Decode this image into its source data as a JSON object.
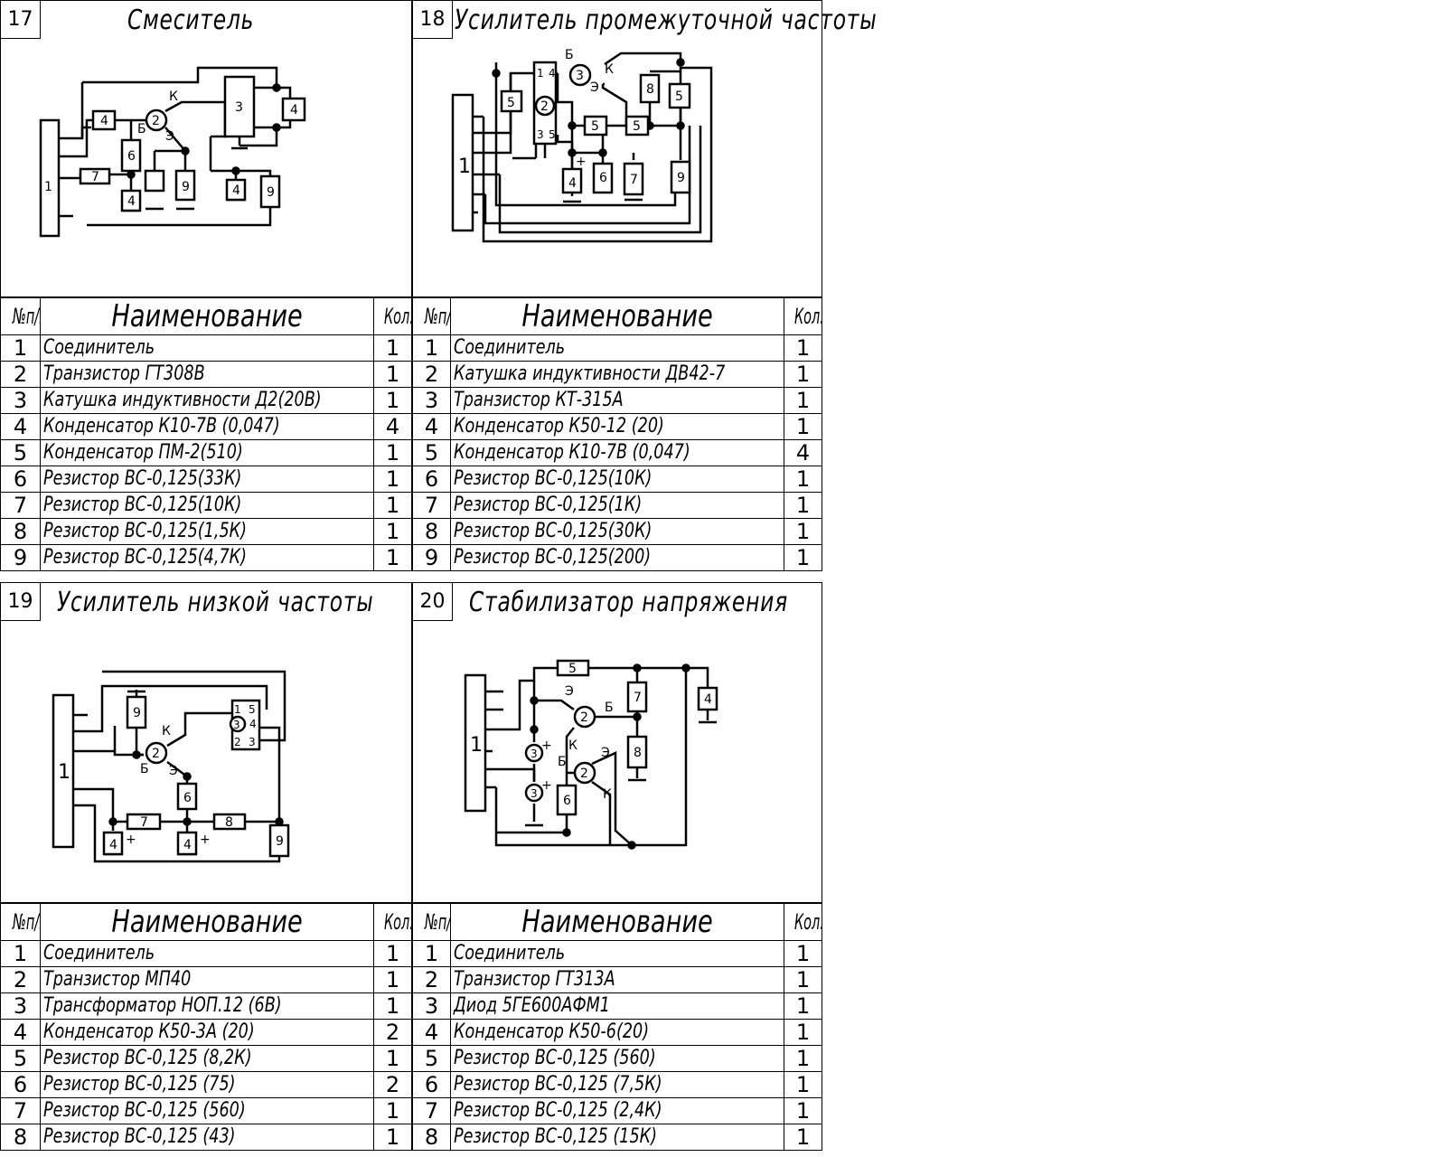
{
  "panels": [
    {
      "num": "17",
      "title": "Смеситель"
    },
    {
      "num": "18",
      "title": "Усилитель промежуточной частоты"
    },
    {
      "num": "19",
      "title": "Усилитель низкой частоты"
    },
    {
      "num": "20",
      "title": "Стабилизатор напряжения"
    }
  ],
  "table_headers": {
    "num": "№п/п",
    "name": "Наименование",
    "qty": "Кол."
  },
  "tables": [
    {
      "rows": [
        {
          "n": "1",
          "name": "Соединитель",
          "q": "1"
        },
        {
          "n": "2",
          "name": "Транзистор ГТ308В",
          "q": "1"
        },
        {
          "n": "3",
          "name": "Катушка индуктивности Д2(20В)",
          "q": "1"
        },
        {
          "n": "4",
          "name": "Конденсатор К10-7В (0,047)",
          "q": "4"
        },
        {
          "n": "5",
          "name": "Конденсатор ПМ-2(510)",
          "q": "1"
        },
        {
          "n": "6",
          "name": "Резистор ВС-0,125(33К)",
          "q": "1"
        },
        {
          "n": "7",
          "name": "Резистор ВС-0,125(10К)",
          "q": "1"
        },
        {
          "n": "8",
          "name": "Резистор ВС-0,125(1,5К)",
          "q": "1"
        },
        {
          "n": "9",
          "name": "Резистор ВС-0,125(4,7К)",
          "q": "1"
        }
      ]
    },
    {
      "rows": [
        {
          "n": "1",
          "name": "Соединитель",
          "q": "1"
        },
        {
          "n": "2",
          "name": "Катушка индуктивности ДВ42-7",
          "q": "1"
        },
        {
          "n": "3",
          "name": "Транзистор КТ-315А",
          "q": "1"
        },
        {
          "n": "4",
          "name": "Конденсатор К50-12 (20)",
          "q": "1"
        },
        {
          "n": "5",
          "name": "Конденсатор К10-7В (0,047)",
          "q": "4"
        },
        {
          "n": "6",
          "name": "Резистор ВС-0,125(10К)",
          "q": "1"
        },
        {
          "n": "7",
          "name": "Резистор ВС-0,125(1К)",
          "q": "1"
        },
        {
          "n": "8",
          "name": "Резистор ВС-0,125(30К)",
          "q": "1"
        },
        {
          "n": "9",
          "name": "Резистор ВС-0,125(200)",
          "q": "1"
        }
      ]
    },
    {
      "rows": [
        {
          "n": "1",
          "name": "Соединитель",
          "q": "1"
        },
        {
          "n": "2",
          "name": "Транзистор МП40",
          "q": "1"
        },
        {
          "n": "3",
          "name": "Трансформатор НОП.12 (6В)",
          "q": "1"
        },
        {
          "n": "4",
          "name": "Конденсатор К50-3А (20)",
          "q": "2"
        },
        {
          "n": "5",
          "name": "Резистор ВС-0,125 (8,2К)",
          "q": "1"
        },
        {
          "n": "6",
          "name": "Резистор ВС-0,125 (75)",
          "q": "2"
        },
        {
          "n": "7",
          "name": "Резистор ВС-0,125 (560)",
          "q": "1"
        },
        {
          "n": "8",
          "name": "Резистор ВС-0,125 (43)",
          "q": "1"
        }
      ]
    },
    {
      "rows": [
        {
          "n": "1",
          "name": "Соединитель",
          "q": "1"
        },
        {
          "n": "2",
          "name": "Транзистор ГТ313А",
          "q": "1"
        },
        {
          "n": "3",
          "name": "Диод 5ГЕ600АФМ1",
          "q": "1"
        },
        {
          "n": "4",
          "name": "Конденсатор К50-6(20)",
          "q": "1"
        },
        {
          "n": "5",
          "name": "Резистор ВС-0,125 (560)",
          "q": "1"
        },
        {
          "n": "6",
          "name": "Резистор ВС-0,125 (7,5К)",
          "q": "1"
        },
        {
          "n": "7",
          "name": "Резистор ВС-0,125 (2,4К)",
          "q": "1"
        },
        {
          "n": "8",
          "name": "Резистор ВС-0,125 (15К)",
          "q": "1"
        }
      ]
    }
  ],
  "schematics": [
    {
      "components": [
        {
          "ref": "1"
        },
        {
          "ref": "2"
        },
        {
          "ref": "3"
        },
        {
          "ref": "4"
        },
        {
          "ref": "4"
        },
        {
          "ref": "4"
        },
        {
          "ref": "4"
        },
        {
          "ref": "6"
        },
        {
          "ref": "7"
        },
        {
          "ref": "9"
        },
        {
          "ref": "9"
        }
      ],
      "pins": [
        "К",
        "Б",
        "Э"
      ]
    },
    {
      "components": [
        {
          "ref": "1"
        },
        {
          "ref": "2"
        },
        {
          "ref": "3"
        },
        {
          "ref": "4"
        },
        {
          "ref": "5"
        },
        {
          "ref": "5"
        },
        {
          "ref": "5"
        },
        {
          "ref": "5"
        },
        {
          "ref": "6"
        },
        {
          "ref": "7"
        },
        {
          "ref": "8"
        },
        {
          "ref": "9"
        }
      ],
      "pins": [
        "Б",
        "К",
        "Э",
        "1",
        "4",
        "3",
        "5",
        "+"
      ]
    },
    {
      "components": [
        {
          "ref": "1"
        },
        {
          "ref": "2"
        },
        {
          "ref": "3"
        },
        {
          "ref": "4"
        },
        {
          "ref": "4"
        },
        {
          "ref": "6"
        },
        {
          "ref": "7"
        },
        {
          "ref": "8"
        },
        {
          "ref": "9"
        },
        {
          "ref": "9"
        }
      ],
      "pins": [
        "К",
        "Б",
        "Э",
        "1",
        "5",
        "4",
        "2",
        "3",
        "+",
        "+"
      ]
    },
    {
      "components": [
        {
          "ref": "1"
        },
        {
          "ref": "2"
        },
        {
          "ref": "2"
        },
        {
          "ref": "3"
        },
        {
          "ref": "3"
        },
        {
          "ref": "4"
        },
        {
          "ref": "5"
        },
        {
          "ref": "6"
        },
        {
          "ref": "7"
        },
        {
          "ref": "8"
        }
      ],
      "pins": [
        "Э",
        "Б",
        "К",
        "Б",
        "Э",
        "К",
        "+",
        "+"
      ]
    }
  ]
}
